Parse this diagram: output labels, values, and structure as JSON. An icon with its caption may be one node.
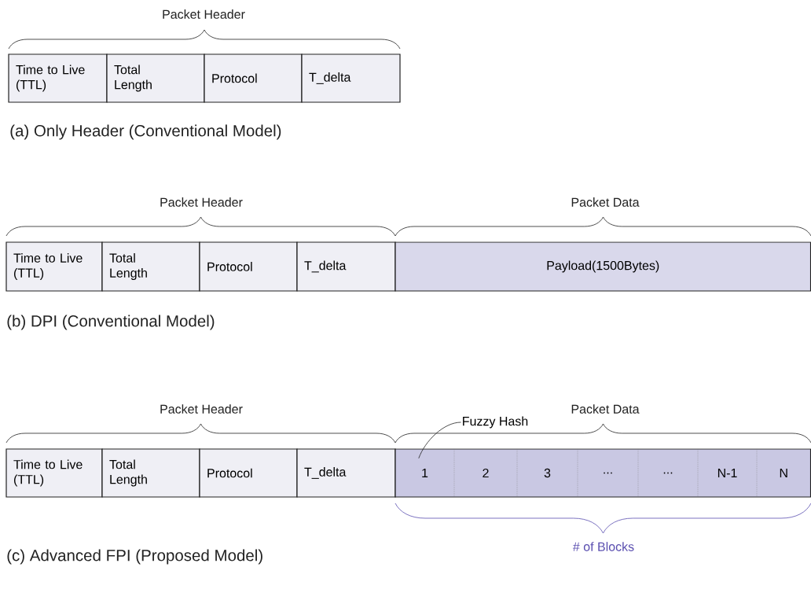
{
  "diagram": {
    "nodes": [
      {
        "text": [
          "Time to Live (TTL)"
        ]
      },
      {
        "text": [
          "Total Length"
        ]
      },
      {
        "text": [
          "Protocol"
        ]
      },
      {
        "text": [
          "T_delta"
        ]
      },
      {
        "text": [
          "Time to Live (TTL)"
        ]
      },
      {
        "text": [
          "Total Length"
        ]
      },
      {
        "text": [
          "Protocol"
        ]
      },
      {
        "text": [
          "T_delta"
        ]
      },
      {
        "text": [
          "Payload(1500Bytes)"
        ]
      },
      {
        "text": [
          "Fuzzy Hash"
        ]
      },
      {
        "text": [
          "Time to Live (TTL)"
        ]
      },
      {
        "text": [
          "Total Length"
        ]
      },
      {
        "text": [
          "Protocol"
        ]
      },
      {
        "text": [
          "T_delta"
        ]
      },
      {
        "text": [
          "1"
        ]
      },
      {
        "text": [
          "2"
        ]
      },
      {
        "text": [
          "3"
        ]
      },
      {
        "text": [
          "..."
        ]
      },
      {
        "text": [
          "..."
        ]
      },
      {
        "text": [
          "N-1"
        ]
      },
      {
        "text": [
          "N"
        ]
      }
    ],
    "edges": [
      {
        "from": 9,
        "to": 14,
        "arrow": "none"
      }
    ],
    "labels": [
      "Packet Header",
      "(a) Only Header (Conventional Model)",
      "Packet Header",
      "Packet Data",
      "(b) DPI (Conventional Model)",
      "Packet Header",
      "Packet Data",
      "# of Blocks",
      "(c) Advanced FPI (Proposed Model)"
    ]
  }
}
